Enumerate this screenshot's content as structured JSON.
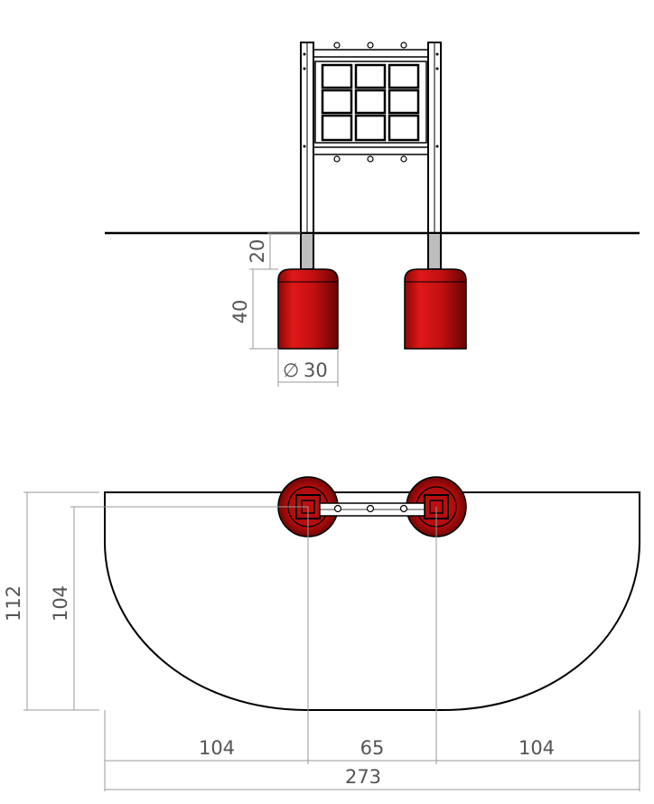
{
  "drawing": {
    "front_view": {
      "dim_embed_depth": "20",
      "dim_footing_height": "40",
      "dim_footing_diameter": "30",
      "diameter_symbol": "∅"
    },
    "top_view": {
      "dim_overall_depth": "112",
      "dim_post_depth": "104",
      "dim_left_offset": "104",
      "dim_post_spacing": "65",
      "dim_right_offset": "104",
      "dim_overall_width": "273"
    },
    "colors": {
      "footing_red": "#d01414",
      "footing_dark": "#7a0606",
      "line": "#000000",
      "dimension": "#9a9a9a"
    }
  }
}
